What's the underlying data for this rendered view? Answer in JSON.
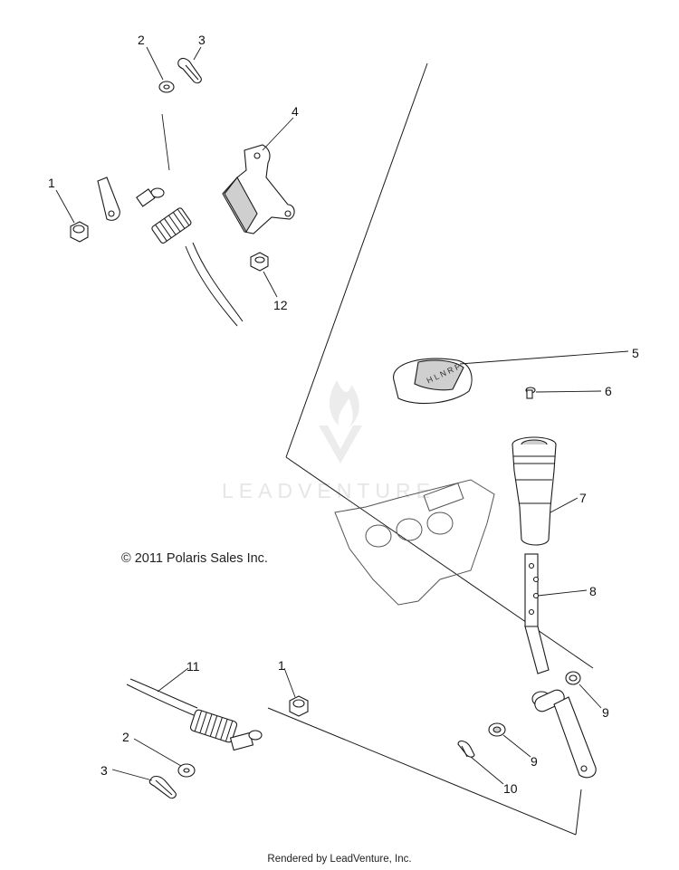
{
  "callouts": {
    "c1a": "1",
    "c2a": "2",
    "c3a": "3",
    "c4": "4",
    "c12": "12",
    "c5": "5",
    "c6": "6",
    "c7": "7",
    "c8": "8",
    "c9a": "9",
    "c9b": "9",
    "c10": "10",
    "c11": "11",
    "c1b": "1",
    "c2b": "2",
    "c3b": "3"
  },
  "watermark": "LEADVENTURE",
  "copyright": "© 2011 Polaris Sales Inc.",
  "footer": "Rendered by LeadVenture, Inc."
}
